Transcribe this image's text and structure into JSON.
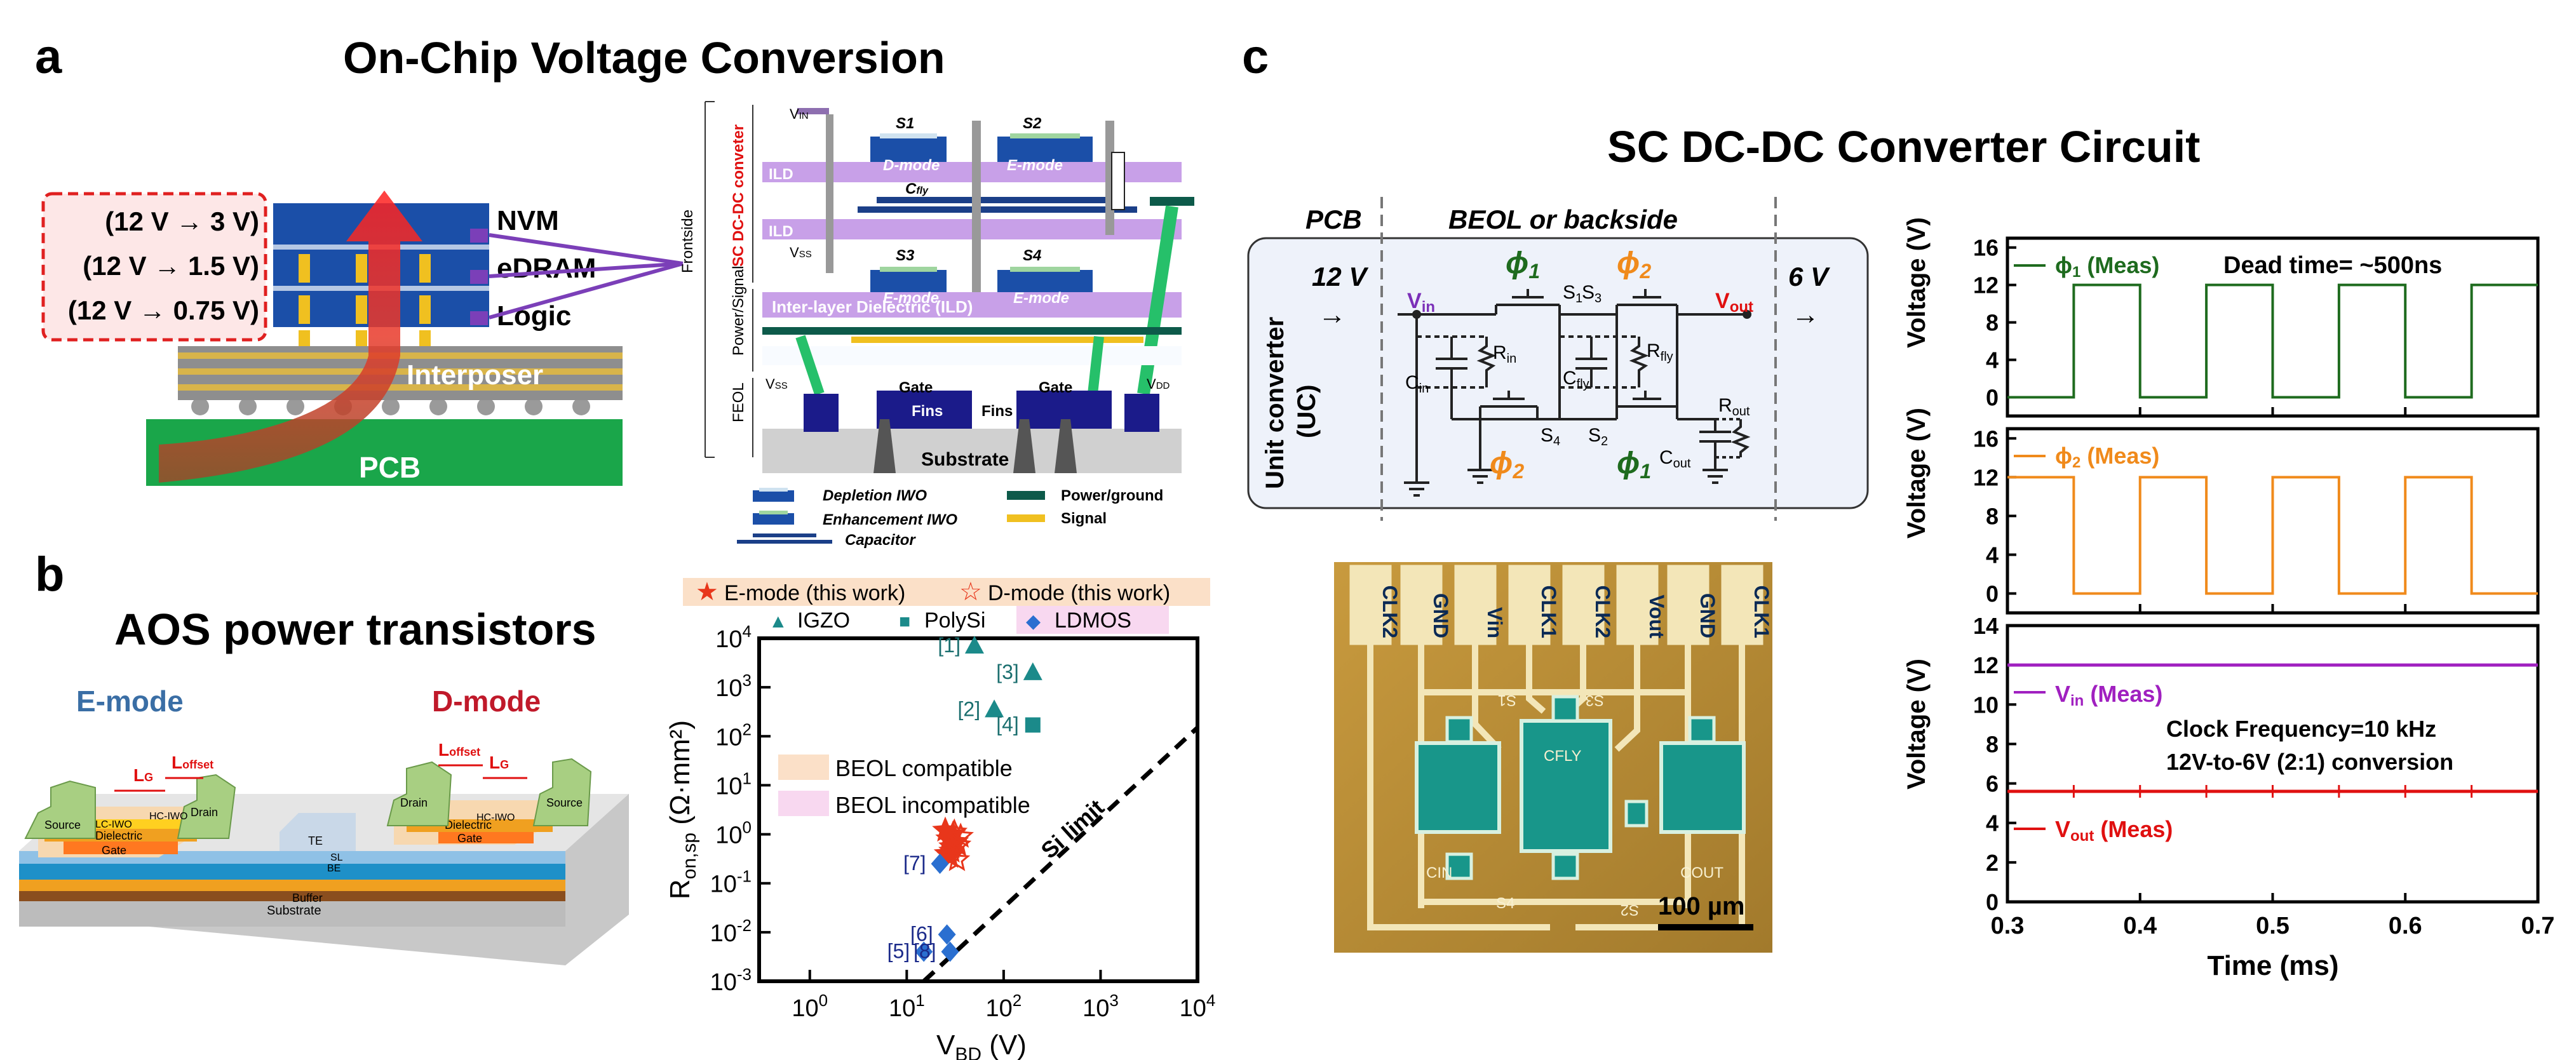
{
  "panel_a": {
    "letter": "a",
    "title": "On-Chip Voltage Conversion",
    "conversions": [
      "(12 V → 3 V)",
      "(12 V → 1.5 V)",
      "(12 V → 0.75 V)"
    ],
    "layers": [
      "NVM",
      "eDRAM",
      "Logic"
    ],
    "interposer": "Interposer",
    "pcb": "PCB",
    "cross_section": {
      "region_labels": [
        "SC DC-DC conveter",
        "Power/Signal",
        "FEOL"
      ],
      "frontside": "Frontside",
      "vin": "V",
      "vin_sub": "IN",
      "vss": "V",
      "vss_sub": "SS",
      "vdd": "V",
      "vdd_sub": "DD",
      "vss2": "V",
      "vss2_sub": "SS",
      "switches": [
        "S1",
        "S2",
        "S3",
        "S4"
      ],
      "dmode": "D-mode",
      "emode": "E-mode",
      "ild": "ILD",
      "cfly": "C",
      "cfly_sub": "fly",
      "ild_full": "Inter-layer Dielectric (ILD)",
      "gate": "Gate",
      "fins": "Fins",
      "substrate": "Substrate",
      "legend": [
        "Depletion IWO",
        "Enhancement IWO",
        "Capacitor",
        "Power/ground",
        "Signal"
      ]
    }
  },
  "panel_b": {
    "letter": "b",
    "title": "AOS power transistors",
    "emode": "E-mode",
    "dmode": "D-mode",
    "device_labels": {
      "lg": "L",
      "lg_sub": "G",
      "loffset": "L",
      "loffset_sub": "offset",
      "source": "Source",
      "drain": "Drain",
      "lc_iwo": "LC-IWO",
      "hc_iwo": "HC-IWO",
      "dielectric": "Dielectric",
      "gate": "Gate",
      "te": "TE",
      "sl": "SL",
      "be": "BE",
      "buffer": "Buffer",
      "substrate": "Substrate"
    },
    "colors": {
      "emode_title": "#3a6ea5",
      "dmode_title": "#c0192a"
    }
  },
  "chart_data": {
    "type": "scatter",
    "xlabel": "V",
    "xlabel_sub": "BD",
    "xlabel_unit": " (V)",
    "ylabel": "R",
    "ylabel_sub": "on,sp",
    "ylabel_unit": " (Ω·mm²)",
    "x_scale": "log",
    "y_scale": "log",
    "xlim": [
      0.3,
      10000
    ],
    "ylim": [
      0.001,
      10000
    ],
    "x_ticks": [
      {
        "base": "10",
        "exp": "0",
        "v": 1
      },
      {
        "base": "10",
        "exp": "1",
        "v": 10
      },
      {
        "base": "10",
        "exp": "2",
        "v": 100
      },
      {
        "base": "10",
        "exp": "3",
        "v": 1000
      },
      {
        "base": "10",
        "exp": "4",
        "v": 10000
      }
    ],
    "y_ticks": [
      {
        "base": "10",
        "exp": "-3",
        "v": 0.001
      },
      {
        "base": "10",
        "exp": "-2",
        "v": 0.01
      },
      {
        "base": "10",
        "exp": "-1",
        "v": 0.1
      },
      {
        "base": "10",
        "exp": "0",
        "v": 1
      },
      {
        "base": "10",
        "exp": "1",
        "v": 10
      },
      {
        "base": "10",
        "exp": "2",
        "v": 100
      },
      {
        "base": "10",
        "exp": "3",
        "v": 1000
      },
      {
        "base": "10",
        "exp": "4",
        "v": 10000
      }
    ],
    "legend": [
      "E-mode (this work)",
      "D-mode (this work)",
      "IGZO",
      "PolySi",
      "LDMOS"
    ],
    "regions": [
      "BEOL compatible",
      "BEOL incompatible"
    ],
    "si_limit_label": "Si limit",
    "series": [
      {
        "name": "E-mode (this work)",
        "marker": "filled-star",
        "color": "#e8361b",
        "points": [
          [
            25,
            1.2
          ],
          [
            27,
            0.8
          ],
          [
            29,
            0.55
          ],
          [
            26,
            0.4
          ],
          [
            30,
            1.0
          ],
          [
            28,
            0.35
          ],
          [
            32,
            0.7
          ]
        ]
      },
      {
        "name": "D-mode (this work)",
        "marker": "open-star",
        "color": "#e8361b",
        "points": [
          [
            31,
            1.1
          ],
          [
            34,
            0.6
          ],
          [
            29,
            0.45
          ],
          [
            36,
            0.9
          ],
          [
            33,
            0.3
          ]
        ]
      },
      {
        "name": "IGZO",
        "marker": "triangle",
        "color": "#1b8a8a",
        "points": [
          {
            "x": 50,
            "y": 7000,
            "label": "[1]"
          },
          {
            "x": 200,
            "y": 2000,
            "label": "[3]"
          },
          {
            "x": 80,
            "y": 350,
            "label": "[2]"
          }
        ]
      },
      {
        "name": "PolySi",
        "marker": "square",
        "color": "#1b8a8a",
        "points": [
          {
            "x": 200,
            "y": 170,
            "label": "[4]"
          }
        ]
      },
      {
        "name": "LDMOS",
        "marker": "diamond",
        "color": "#2a6fd0",
        "points": [
          {
            "x": 22,
            "y": 0.25,
            "label": "[7]"
          },
          {
            "x": 26,
            "y": 0.009,
            "label": "[6]"
          },
          {
            "x": 15,
            "y": 0.004,
            "label": "[5]"
          },
          {
            "x": 28,
            "y": 0.004,
            "label": "[8]"
          }
        ]
      }
    ]
  },
  "panel_c": {
    "letter": "c",
    "title": "SC DC-DC Converter Circuit",
    "schematic": {
      "pcb": "PCB",
      "beol": "BEOL or backside",
      "unit_converter": "Unit converter",
      "uc": "(UC)",
      "vin_text": "12 V",
      "vout_text": "6 V",
      "vin": "V",
      "vin_sub": "in",
      "vout": "V",
      "vout_sub": "out",
      "phi": "ϕ",
      "one": "1",
      "two": "2",
      "s": "S",
      "r": "R",
      "c": "C",
      "in": "in",
      "fly": "fly",
      "out": "out",
      "n1": "1",
      "n2": "2",
      "n3": "3",
      "n4": "4"
    },
    "micrograph": {
      "pads": [
        "CLK2",
        "GND",
        "Vin",
        "CLK1",
        "CLK2",
        "Vout",
        "GND",
        "CLK1"
      ],
      "labels": [
        "S1",
        "S3",
        "CFLY",
        "CIN",
        "S4",
        "S2",
        "COUT"
      ],
      "scale": "100 µm"
    },
    "waveforms": {
      "x_ticks": [
        "0.3",
        "0.4",
        "0.5",
        "0.6",
        "0.7"
      ],
      "xlabel": "Time (ms)",
      "ylabel": "Voltage (V)",
      "phi1": {
        "legend": "ϕ",
        "sub": "1",
        "tail": " (Meas)",
        "y_ticks": [
          "0",
          "4",
          "8",
          "12",
          "16"
        ],
        "color": "#1e6b1e",
        "annotation": "Dead time= ~500ns",
        "ylim": [
          -2,
          17
        ],
        "high": 12,
        "low": 0,
        "period_ms": 0.1,
        "rise_times_ms": [
          0.35,
          0.45,
          0.55,
          0.65
        ],
        "fall_times_ms": [
          0.4,
          0.5,
          0.6
        ]
      },
      "phi2": {
        "legend": "ϕ",
        "sub": "2",
        "tail": " (Meas)",
        "y_ticks": [
          "0",
          "4",
          "8",
          "12",
          "16"
        ],
        "color": "#f08a1b",
        "ylim": [
          -2,
          17
        ],
        "high": 12,
        "low": 0
      },
      "vinvout": {
        "vin_legend": "V",
        "vin_sub": "in",
        "vin_tail": " (Meas)",
        "vout_legend": "V",
        "vout_sub": "out",
        "vout_tail": " (Meas)",
        "y_ticks": [
          "0",
          "2",
          "4",
          "6",
          "8",
          "10",
          "12",
          "14"
        ],
        "vin_color": "#a020c0",
        "vout_color": "#e01010",
        "vin_level": 12,
        "vout_level": 5.6,
        "ylim": [
          0,
          14
        ],
        "note1": "Clock Frequency=10 kHz",
        "note2": "12V-to-6V (2:1) conversion"
      }
    }
  }
}
